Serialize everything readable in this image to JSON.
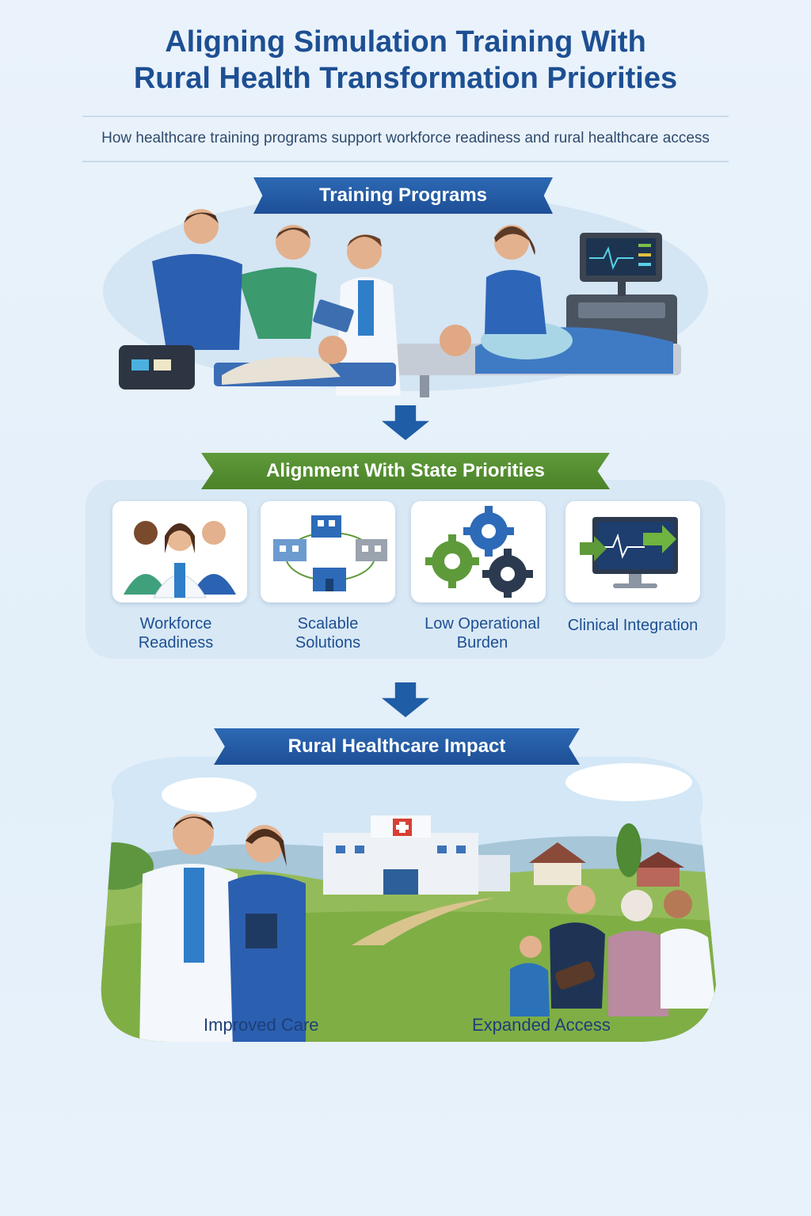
{
  "header": {
    "title_line1": "Aligning Simulation Training With",
    "title_line2": "Rural Health Transformation Priorities",
    "subtitle": "How healthcare training programs support workforce readiness and rural healthcare access"
  },
  "sections": {
    "training": {
      "label": "Training Programs"
    },
    "alignment": {
      "label": "Alignment With State Priorities",
      "cards": [
        {
          "label_line1": "Workforce",
          "label_line2": "Readiness",
          "icon": "workforce-icon"
        },
        {
          "label_line1": "Scalable",
          "label_line2": "Solutions",
          "icon": "network-icon"
        },
        {
          "label_line1": "Low Operational",
          "label_line2": "Burden",
          "icon": "gears-icon"
        },
        {
          "label_line1": "Clinical Integration",
          "label_line2": "",
          "icon": "monitor-icon"
        }
      ]
    },
    "impact": {
      "label": "Rural Healthcare Impact",
      "captions": [
        "Improved Care",
        "Expanded Access"
      ]
    }
  },
  "colors": {
    "primary_blue": "#1d4f93",
    "banner_green": "#4b8229",
    "background": "#e6f1fa"
  }
}
